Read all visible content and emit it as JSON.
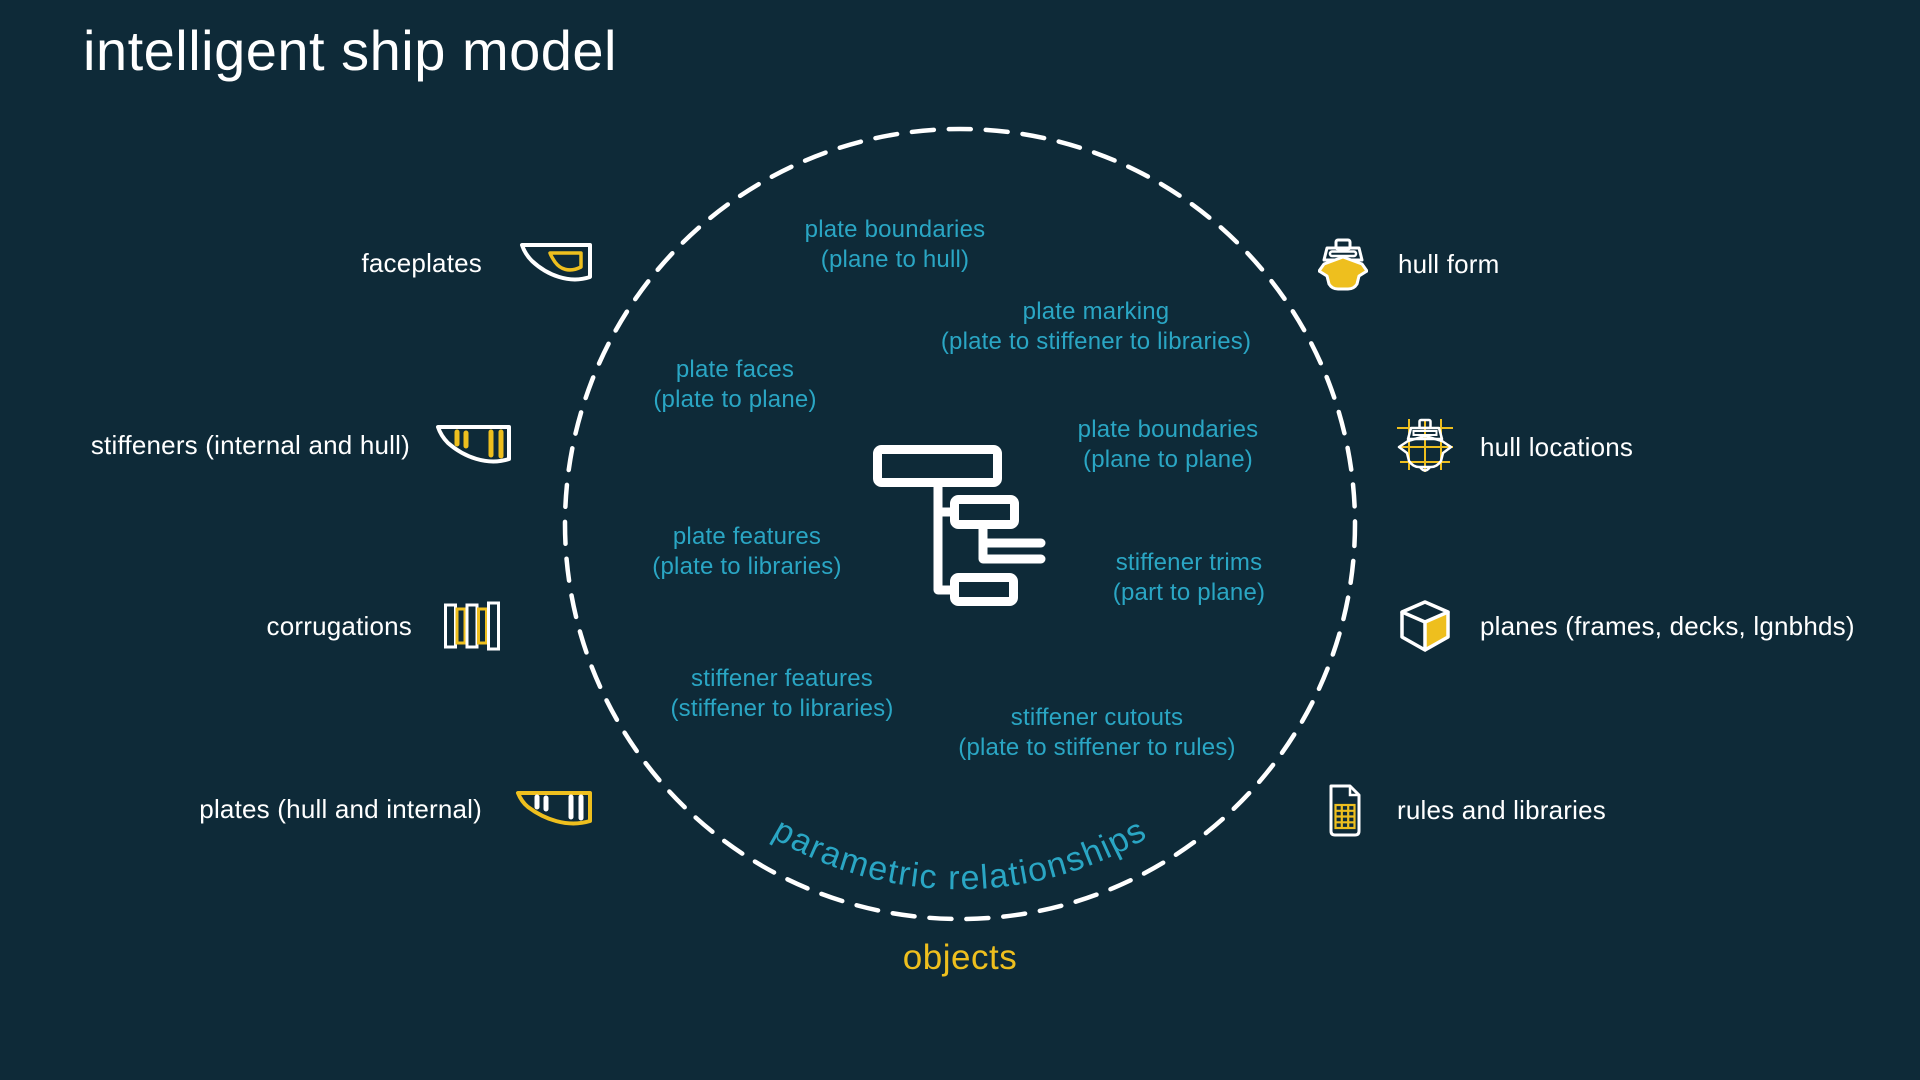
{
  "title": "intelligent ship model",
  "colors": {
    "background": "#0e2a38",
    "teal": "#2aa6c4",
    "yellow": "#eebf1e",
    "white": "#ffffff"
  },
  "objects_left": [
    {
      "label": "faceplates",
      "icon": "faceplate-icon"
    },
    {
      "label": "stiffeners (internal and hull)",
      "icon": "stiffener-icon"
    },
    {
      "label": "corrugations",
      "icon": "corrugation-icon"
    },
    {
      "label": "plates (hull and internal)",
      "icon": "plate-icon"
    }
  ],
  "objects_right": [
    {
      "label": "hull form",
      "icon": "hull-form-icon"
    },
    {
      "label": "hull locations",
      "icon": "hull-locations-icon"
    },
    {
      "label": "planes (frames, decks, lgnbhds)",
      "icon": "planes-cube-icon"
    },
    {
      "label": "rules and libraries",
      "icon": "rules-document-icon"
    }
  ],
  "relationships": [
    {
      "name": "plate boundaries",
      "detail": "(plane to hull)"
    },
    {
      "name": "plate marking",
      "detail": "(plate to stiffener to libraries)"
    },
    {
      "name": "plate faces",
      "detail": "(plate to plane)"
    },
    {
      "name": "plate boundaries",
      "detail": "(plane to plane)"
    },
    {
      "name": "plate features",
      "detail": "(plate to libraries)"
    },
    {
      "name": "stiffener trims",
      "detail": "(part to plane)"
    },
    {
      "name": "stiffener features",
      "detail": "(stiffener to libraries)"
    },
    {
      "name": "stiffener cutouts",
      "detail": "(plate to stiffener to rules)"
    }
  ],
  "circle_caption": "parametric relationships",
  "objects_caption": "objects",
  "center_icon": "model-tree-icon"
}
